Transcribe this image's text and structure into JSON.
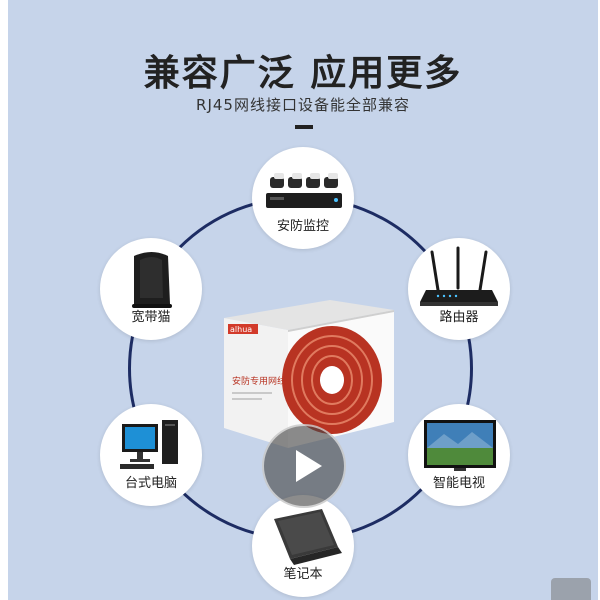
{
  "header": {
    "title": "兼容广泛 应用更多",
    "subtitle": "RJ45网线接口设备能全部兼容"
  },
  "devices": [
    {
      "label": "安防监控",
      "icon": "cctv-camera-nvr-icon"
    },
    {
      "label": "路由器",
      "icon": "router-icon"
    },
    {
      "label": "智能电视",
      "icon": "smart-tv-icon"
    },
    {
      "label": "笔记本",
      "icon": "laptop-icon"
    },
    {
      "label": "台式电脑",
      "icon": "desktop-computer-icon"
    },
    {
      "label": "宽带猫",
      "icon": "broadband-modem-icon"
    }
  ],
  "product": {
    "brand": "alhua",
    "box_label": "安防专用网线"
  },
  "video": {
    "icon": "play-icon"
  },
  "colors": {
    "background": "#c6d4ea",
    "ring": "#1d2c63",
    "brand_red": "#d23a2a",
    "title": "#222222"
  }
}
